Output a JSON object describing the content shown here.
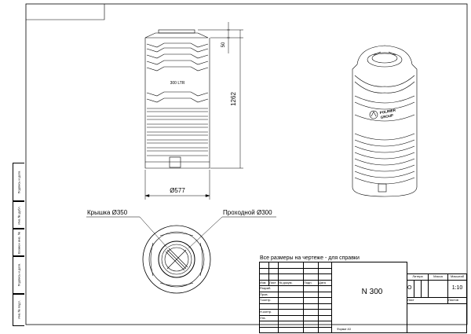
{
  "drawing": {
    "tank_label": "300 LTR",
    "dim_height_total": "1262",
    "dim_lid_height": "50",
    "dim_diameter": "Ø577",
    "lid_callout": "Крышка Ø350",
    "passage_callout": "Проходной Ø300",
    "logo_line1": "POLIMER",
    "logo_line2": "GROUP",
    "note": "Все размеры на чертеже - для справки",
    "format": "Формат А3"
  },
  "title_block": {
    "designation": "N 300",
    "col_headers": [
      "Изм",
      "Лист",
      "№ докум.",
      "Подп.",
      "Дата"
    ],
    "roles": [
      "Разраб.",
      "Пров.",
      "Т.контр.",
      "Н.контр.",
      "Утв."
    ],
    "litera_label": "Литера",
    "mass_label": "Масса",
    "scale_label": "Масштаб",
    "litera_value": "O",
    "scale_value": "1:10",
    "sheet_label": "Лист",
    "sheets_label": "Листов"
  },
  "sidebar": {
    "fields": [
      "Подпись и дата",
      "Инв.№ дубл.",
      "Взамен инв. №",
      "Подпись и дата",
      "Инв.№ подл."
    ]
  }
}
